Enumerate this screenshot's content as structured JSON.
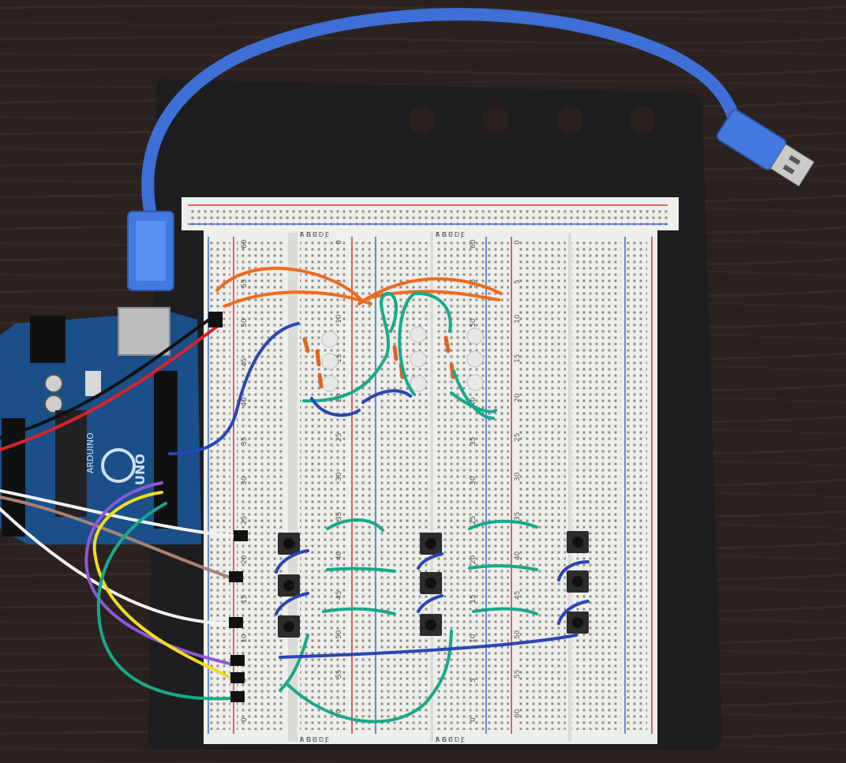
{
  "scene": {
    "description_free": true
  },
  "colors": {
    "table": "#2b2220",
    "table_grain": "#352a27",
    "base_plate": "#1e1e20",
    "breadboard": "#eeeeea",
    "hole": "#8d8d88",
    "rail_red": "#d23a3a",
    "rail_blue": "#3a6fc9",
    "usb_cable": "#3d6fd6",
    "arduino": "#1a4f8a",
    "wire_orange": "#f06a1e",
    "wire_green": "#17a98a",
    "wire_blue": "#2946b5",
    "wire_red": "#d9232a",
    "wire_black": "#111111",
    "wire_white": "#f2f2f2",
    "wire_brown": "#a98273",
    "wire_purple": "#8a5ad6",
    "wire_yellow": "#f2dc24",
    "button_body": "#2c2c2c",
    "led": "#e8e8e8"
  },
  "board_labels": {
    "arduino_logo": "ARDUINO",
    "arduino_model": "UNO",
    "row_numbers": [
      "0",
      "5",
      "10",
      "15",
      "20",
      "25",
      "30",
      "35",
      "40",
      "45",
      "50",
      "55",
      "60"
    ],
    "column_letters": [
      "A",
      "B",
      "C",
      "D",
      "E",
      "F",
      "G",
      "H",
      "I",
      "J"
    ]
  },
  "components": {
    "led_count": 9,
    "button_count": 9
  }
}
